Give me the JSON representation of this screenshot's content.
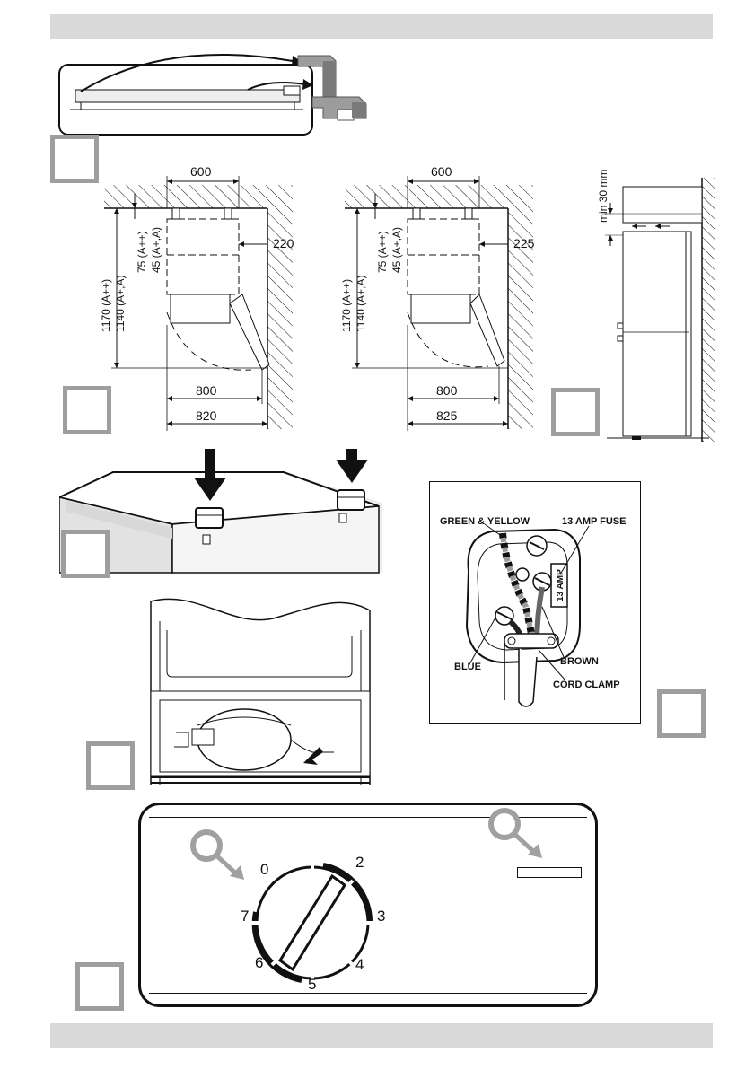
{
  "colors": {
    "band": "#d9d9d9",
    "callout_border": "#9e9e9e",
    "magnifier": "#a0a0a0",
    "line": "#111111"
  },
  "clearance_left": {
    "width_top": "600",
    "side_gap": "220",
    "depth_label_1": "1170 (A++)",
    "depth_label_2": "1140 (A+,A)",
    "gap_label_1": "75 (A++)",
    "gap_label_2": "45 (A+,A)",
    "bottom_1": "800",
    "bottom_2": "820"
  },
  "clearance_right": {
    "width_top": "600",
    "side_gap": "225",
    "depth_label_1": "1170 (A++)",
    "depth_label_2": "1140 (A+,A)",
    "gap_label_1": "75 (A++)",
    "gap_label_2": "45 (A+,A)",
    "bottom_1": "800",
    "bottom_2": "825"
  },
  "side_view": {
    "min_gap": "min 30 mm"
  },
  "plug": {
    "green_yellow": "GREEN & YELLOW",
    "fuse": "13 AMP FUSE",
    "fuse_body": "13 AMP",
    "blue": "BLUE",
    "brown": "BROWN",
    "cord_clamp": "CORD CLAMP"
  },
  "thermostat": {
    "numbers": [
      "0",
      "2",
      "3",
      "4",
      "5",
      "6",
      "7"
    ]
  }
}
